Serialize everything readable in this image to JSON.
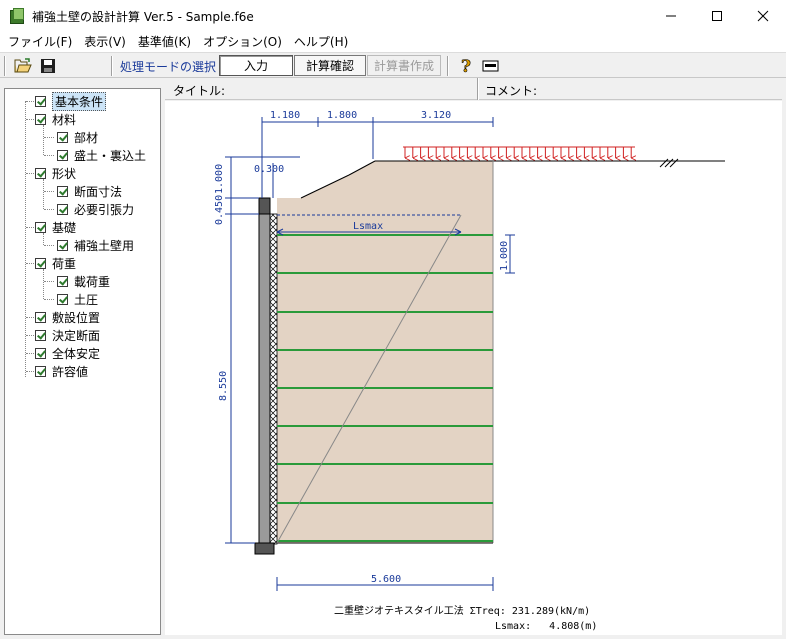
{
  "window": {
    "title": "補強土壁の設計計算 Ver.5 - Sample.f6e",
    "minimize_icon": "minimize-icon",
    "maximize_icon": "maximize-icon",
    "close_icon": "close-icon"
  },
  "menu": [
    {
      "label": "ファイル(F)"
    },
    {
      "label": "表示(V)"
    },
    {
      "label": "基準値(K)"
    },
    {
      "label": "オプション(O)"
    },
    {
      "label": "ヘルプ(H)"
    }
  ],
  "toolbar": {
    "open_icon": "folder-open-icon",
    "save_icon": "save-disk-icon",
    "mode_label": "処理モードの選択",
    "mode_buttons": {
      "input": "入力",
      "calc": "計算確認",
      "report": "計算書作成"
    },
    "help_icon": "help-question-icon",
    "about_icon": "about-card-icon"
  },
  "tree": [
    {
      "label": "基本条件",
      "checked": true,
      "selected": true
    },
    {
      "label": "材料",
      "checked": true
    },
    {
      "label": "部材",
      "checked": true
    },
    {
      "label": "盛土・裏込土",
      "checked": true
    },
    {
      "label": "形状",
      "checked": true
    },
    {
      "label": "断面寸法",
      "checked": true
    },
    {
      "label": "必要引張力",
      "checked": true
    },
    {
      "label": "基礎",
      "checked": true
    },
    {
      "label": "補強土壁用",
      "checked": true
    },
    {
      "label": "荷重",
      "checked": true
    },
    {
      "label": "載荷重",
      "checked": true
    },
    {
      "label": "土圧",
      "checked": true
    },
    {
      "label": "敷設位置",
      "checked": true
    },
    {
      "label": "決定断面",
      "checked": true
    },
    {
      "label": "全体安定",
      "checked": true
    },
    {
      "label": "許容値",
      "checked": true
    }
  ],
  "header": {
    "title_label": "タイトル:",
    "comment_label": "コメント:"
  },
  "drawing": {
    "dims": {
      "top1": "1.180",
      "top2": "1.800",
      "top3": "3.120",
      "offset": "0.300",
      "h_slope": "1.000",
      "h_cap": "0.450",
      "h_wall": "8.550",
      "spacing": "1.000",
      "base_width": "5.600",
      "lsmax_label": "Lsmax"
    },
    "colors": {
      "soil": "#e3d3c4",
      "reinforcement": "#2a9a3a",
      "load_arrows": "#d02020",
      "dimension": "#1a3a9a",
      "wall_panel": "#9a9a9a"
    },
    "result_line1": "二重壁ジオテキスタイル工法 ΣTreq: 231.289(kN/m)",
    "result_line2": "Lsmax:   4.808(m)"
  }
}
